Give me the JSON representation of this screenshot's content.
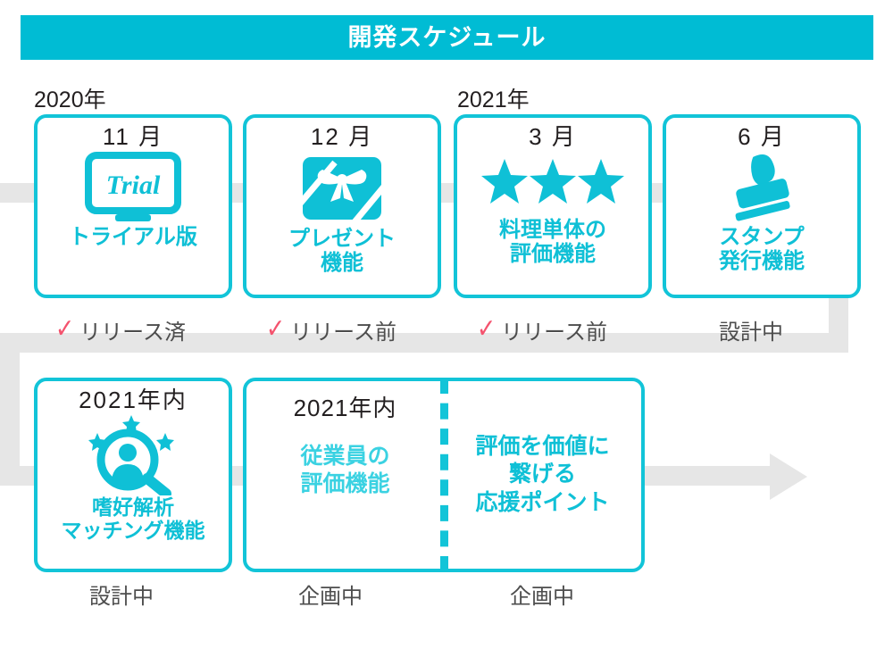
{
  "banner": {
    "title": "開発スケジュール",
    "color": "#00bcd4"
  },
  "theme": {
    "cyan": "#12c4d8",
    "cyan_text": "#0fc0d6",
    "check_pink": "#f4536e",
    "band_grey": "#e6e6e6",
    "status_grey": "#4d4d4d",
    "month_black": "#231f20"
  },
  "year_labels": [
    {
      "name": "year-2020",
      "text": "2020年"
    },
    {
      "name": "year-2021",
      "text": "2021年"
    }
  ],
  "cards": [
    {
      "id": "card-1",
      "month": "11 月",
      "icon": "monitor-trial-icon",
      "icon_text": "Trial",
      "caption": "トライアル版",
      "status": "リリース済",
      "has_check": true
    },
    {
      "id": "card-2",
      "month": "12 月",
      "icon": "gift-card-icon",
      "caption": "プレゼント\n機能",
      "status": "リリース前",
      "has_check": true
    },
    {
      "id": "card-3",
      "month": "3 月",
      "icon": "three-stars-icon",
      "caption": "料理単体の\n評価機能",
      "status": "リリース前",
      "has_check": true
    },
    {
      "id": "card-4",
      "month": "6 月",
      "icon": "stamp-icon",
      "caption": "スタンプ\n発行機能",
      "status": "設計中",
      "has_check": false
    },
    {
      "id": "card-5",
      "month": "2021年内",
      "icon": "person-search-stars-icon",
      "caption": "嗜好解析\nマッチング機能",
      "status": "設計中",
      "has_check": false
    }
  ],
  "wide_card": {
    "id": "card-6",
    "left": {
      "month": "2021年内",
      "caption": "従業員の\n評価機能",
      "status": "企画中"
    },
    "right": {
      "caption": "評価を価値に\n繋げる\n応援ポイント",
      "status": "企画中"
    }
  },
  "flow_arrow": {
    "name": "timeline-arrow",
    "direction": "right"
  }
}
